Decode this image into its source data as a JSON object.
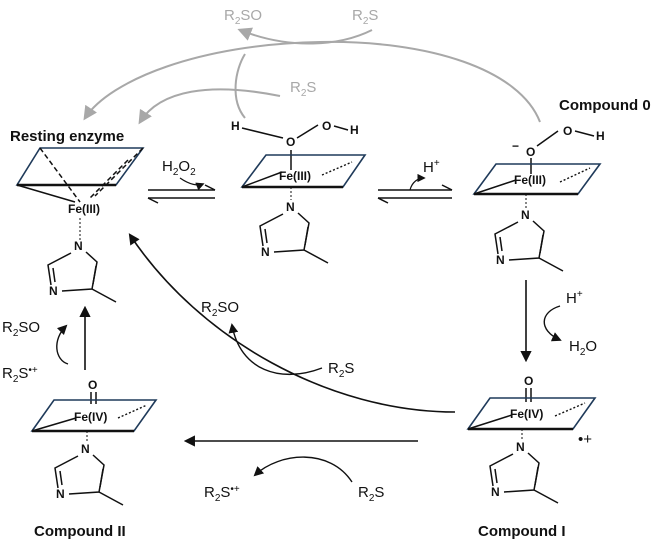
{
  "labels": {
    "resting": "Resting enzyme",
    "compound0": "Compound 0",
    "compound1": "Compound I",
    "compound2": "Compound II"
  },
  "iron": {
    "fe3": "Fe(III)",
    "fe4": "Fe(IV)"
  },
  "atoms": {
    "O": "O",
    "H": "H",
    "N": "N"
  },
  "reagents": {
    "r2s_base": "R",
    "r2s_sub": "2",
    "r2s_s": "S",
    "r2so_o": "SO",
    "h2o2_h": "H",
    "h2o2_2a": "2",
    "h2o2_o": "O",
    "h2o2_2b": "2",
    "h_plus_h": "H",
    "plus": "+",
    "h2o_h": "H",
    "h2o_2": "2",
    "h2o_o": "O",
    "radical_cation": "•+",
    "minus": "−"
  },
  "colors": {
    "ink": "#111111",
    "faded": "#a8a8a8",
    "ring_edge": "#1f3a5a"
  }
}
